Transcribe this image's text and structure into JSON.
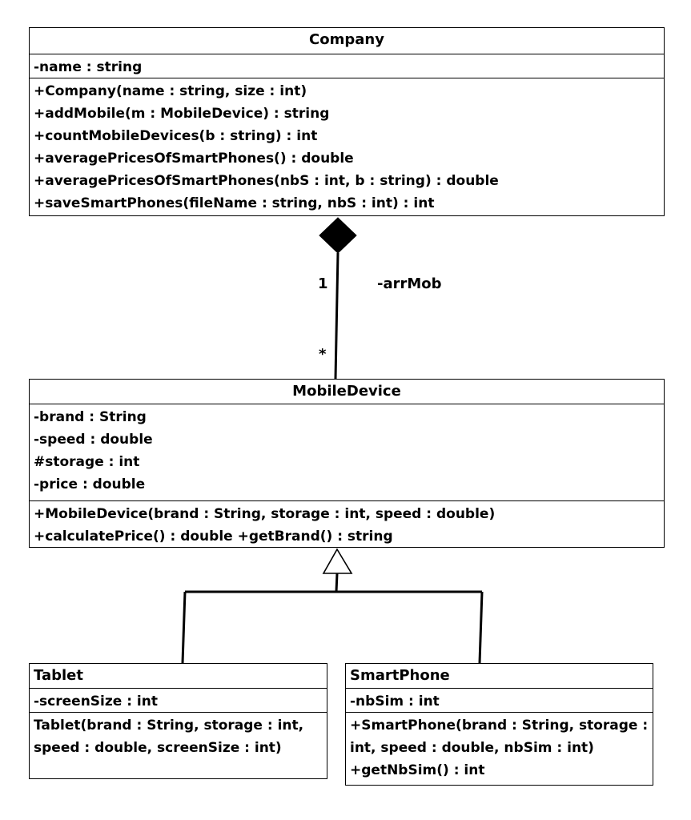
{
  "classes": {
    "company": {
      "name": "Company",
      "attributes": [
        "-name : string"
      ],
      "operations": [
        "+Company(name : string, size : int)",
        "+addMobile(m : MobileDevice) : string",
        "+countMobileDevices(b : string) : int",
        "+averagePricesOfSmartPhones() : double",
        "+averagePricesOfSmartPhones(nbS : int, b : string) : double",
        "+saveSmartPhones(fileName : string, nbS : int) : int"
      ]
    },
    "mobile_device": {
      "name": "MobileDevice",
      "attributes": [
        "-brand : String",
        "-speed : double",
        "#storage : int",
        "-price : double"
      ],
      "operations": [
        "+MobileDevice(brand : String, storage : int, speed : double)",
        "+calculatePrice() : double +getBrand() : string"
      ]
    },
    "tablet": {
      "name": "Tablet",
      "attributes": [
        "-screenSize : int"
      ],
      "operations": [
        "Tablet(brand : String, storage : int, speed : double, screenSize : int)"
      ]
    },
    "smart_phone": {
      "name": "SmartPhone",
      "attributes": [
        "-nbSim : int"
      ],
      "operations": [
        "+SmartPhone(brand : String, storage : int, speed : double, nbSim : int)",
        "+getNbSim() : int"
      ]
    }
  },
  "relationships": {
    "composition": {
      "whole": "Company",
      "part": "MobileDevice",
      "role": "-arrMob",
      "whole_multiplicity": "1",
      "part_multiplicity": "*"
    },
    "generalization": {
      "parent": "MobileDevice",
      "children": [
        "Tablet",
        "SmartPhone"
      ]
    }
  }
}
